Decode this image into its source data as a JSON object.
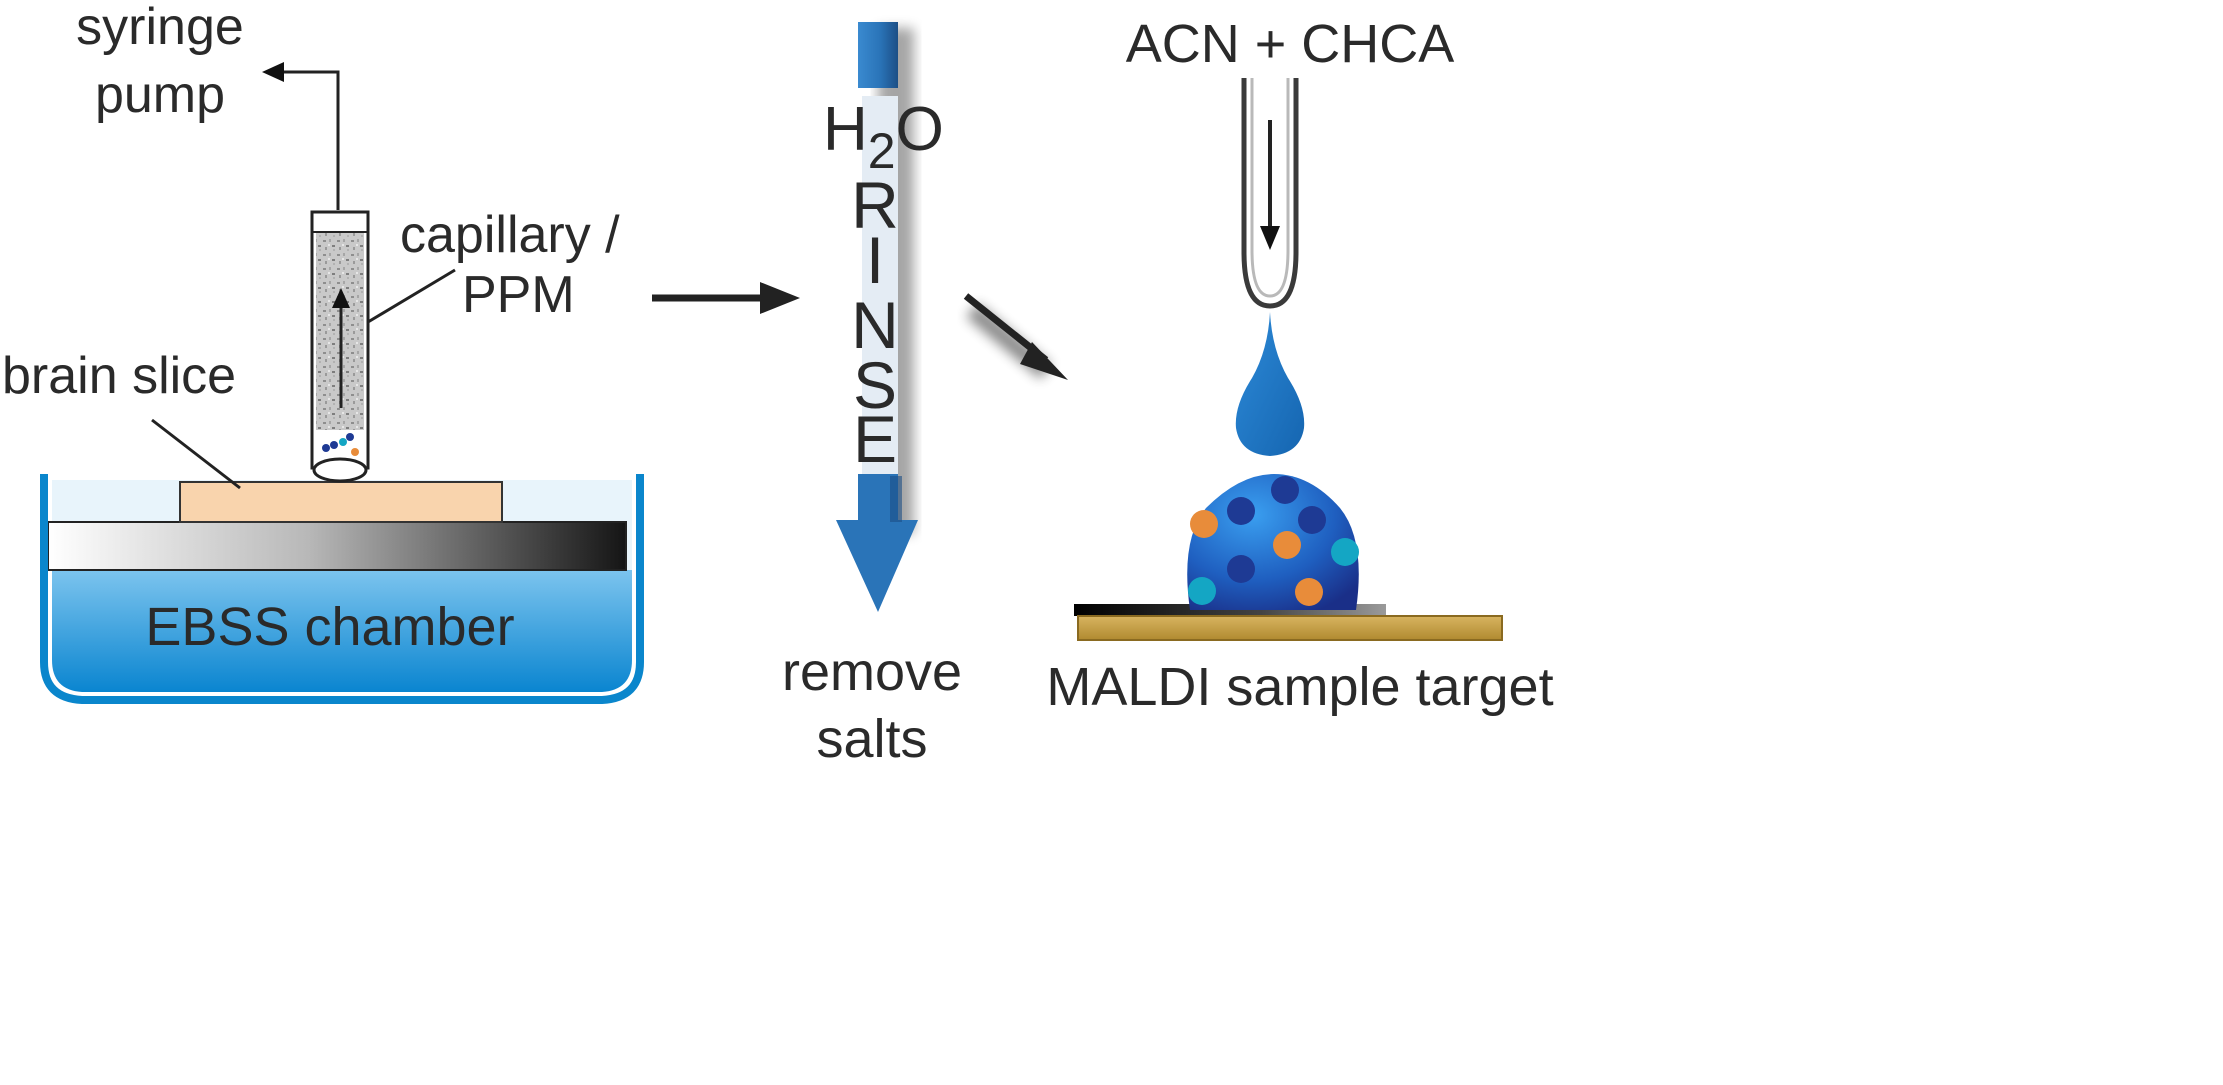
{
  "labels": {
    "syringe_line1": "syringe",
    "syringe_line2": "pump",
    "capillary_line1": "capillary /",
    "capillary_line2": "PPM",
    "brain_slice": "brain slice",
    "chamber": "EBSS chamber",
    "h2o_h": "H",
    "h2o_2": "2",
    "h2o_o": "O",
    "rinse_letters": [
      "R",
      "I",
      "N",
      "S",
      "E"
    ],
    "remove_line1": "remove",
    "remove_line2": "salts",
    "matrix": "ACN + CHCA",
    "target": "MALDI sample target"
  },
  "colors": {
    "water_top": "#7cc4ee",
    "water_bottom": "#0a85d0",
    "chamber_air": "#e8f4fb",
    "slice": "#f9d4ad",
    "rinse_arrow": "#2a74b8",
    "droplet": "#1c78c8",
    "sphere_light": "#2a8fe0",
    "sphere_dark": "#1d3f9e",
    "dot_orange": "#e88c3a",
    "dot_navy": "#1e3a94",
    "dot_teal": "#14a6c4",
    "target_plate": "#c8a040",
    "text": "#2a2a2a"
  },
  "icons": {
    "flow_arrow_1": "right-arrow-icon",
    "flow_arrow_2": "down-right-arrow-icon",
    "rinse_arrow": "down-arrow-icon",
    "syringe_arrow": "up-left-arrow-icon"
  }
}
